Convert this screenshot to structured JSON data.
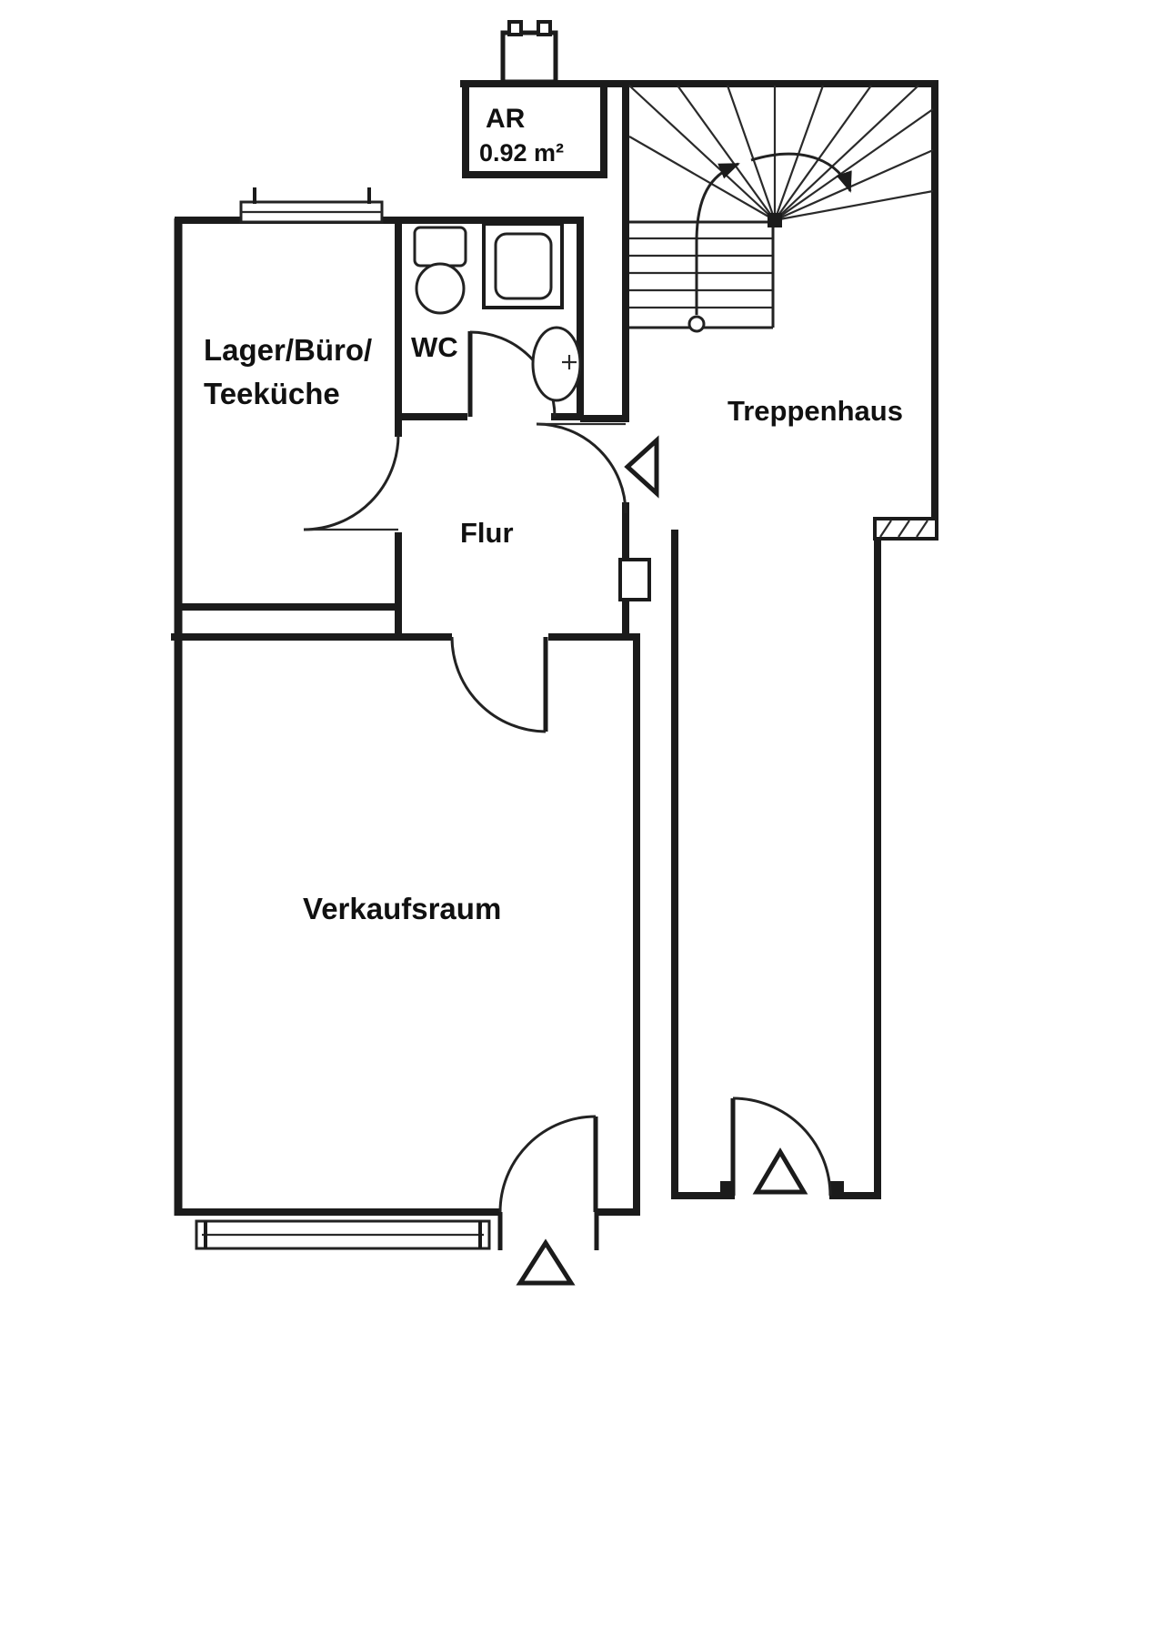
{
  "floor_plan": {
    "labels": {
      "ar_name": "AR",
      "ar_area": "0.92 m²",
      "treppenhaus": "Treppenhaus",
      "lager_line1": "Lager/Büro/",
      "lager_line2": "Teeküche",
      "wc": "WC",
      "flur": "Flur",
      "verkaufsraum": "Verkaufsraum"
    },
    "colors": {
      "line": "#1b1b1b",
      "background": "#ffffff"
    }
  }
}
